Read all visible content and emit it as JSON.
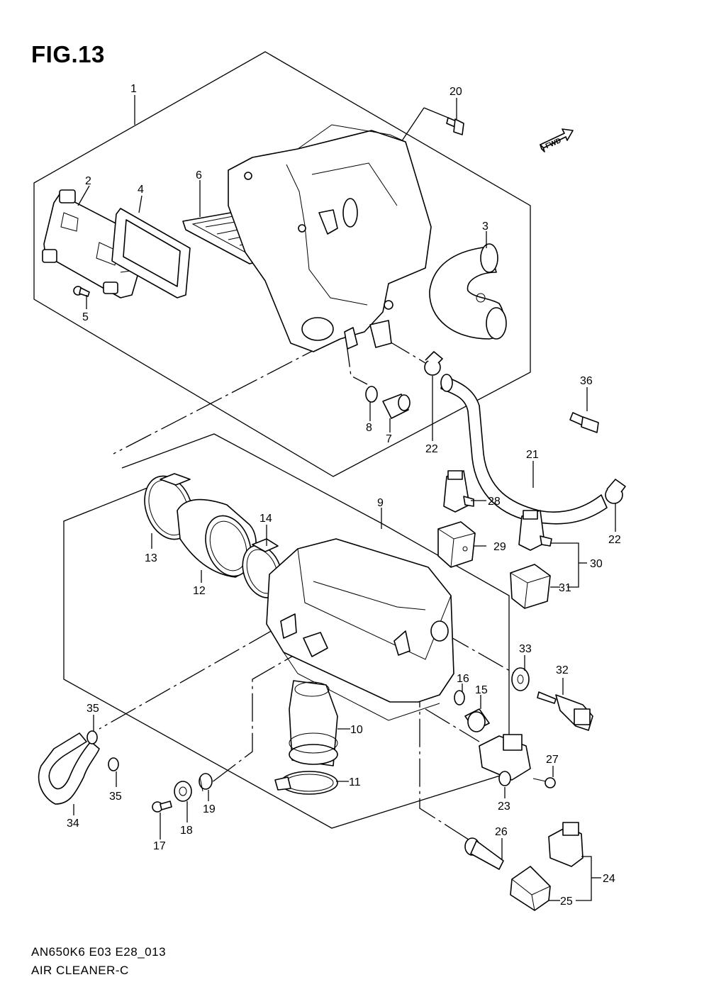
{
  "figure": {
    "title": "FIG.13",
    "code": "AN650K6 E03 E28_013",
    "name": "AIR CLEANER-C",
    "fwd_badge": "FWD"
  },
  "callouts": [
    "1",
    "2",
    "3",
    "4",
    "5",
    "6",
    "7",
    "8",
    "9",
    "10",
    "11",
    "12",
    "13",
    "14",
    "15",
    "16",
    "17",
    "18",
    "19",
    "20",
    "21",
    "22",
    "22",
    "23",
    "24",
    "25",
    "26",
    "27",
    "28",
    "29",
    "30",
    "31",
    "32",
    "33",
    "34",
    "35",
    "35",
    "36"
  ]
}
